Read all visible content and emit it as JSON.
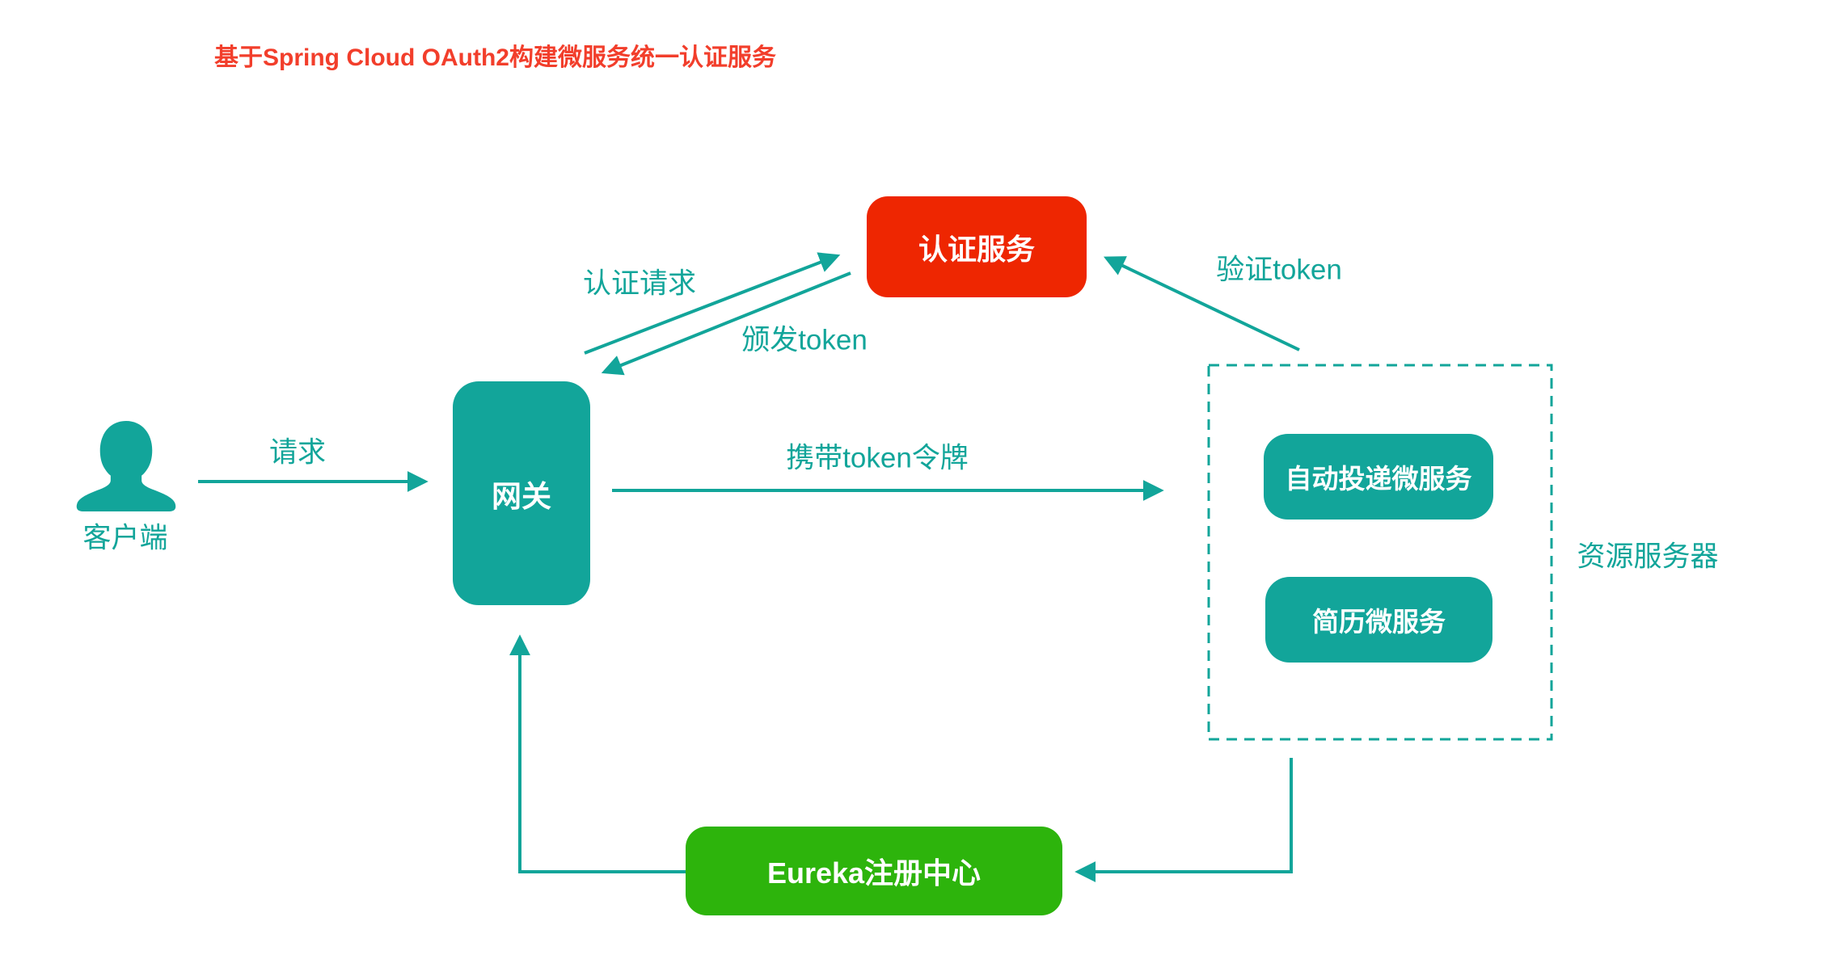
{
  "title": "基于Spring Cloud OAuth2构建微服务统一认证服务",
  "colors": {
    "teal": "#12A59A",
    "red": "#EE2601",
    "green": "#2DB40C",
    "title-red": "#F23E2B",
    "white": "#FFFFFF"
  },
  "nodes": {
    "client": {
      "label": "客户端"
    },
    "gateway": {
      "label": "网关"
    },
    "auth_service": {
      "label": "认证服务"
    },
    "resource_server": {
      "label": "资源服务器",
      "services": [
        {
          "label": "自动投递微服务"
        },
        {
          "label": "简历微服务"
        }
      ]
    },
    "eureka": {
      "label": "Eureka注册中心"
    }
  },
  "edges": {
    "request": {
      "label": "请求",
      "from": "client",
      "to": "gateway"
    },
    "auth_request": {
      "label": "认证请求",
      "from": "gateway",
      "to": "auth_service"
    },
    "issue_token": {
      "label": "颁发token",
      "from": "auth_service",
      "to": "gateway"
    },
    "carry_token": {
      "label": "携带token令牌",
      "from": "gateway",
      "to": "resource_server"
    },
    "verify_token": {
      "label": "验证token",
      "from": "resource_server",
      "to": "auth_service"
    },
    "register_resource": {
      "label": "",
      "from": "resource_server",
      "to": "eureka"
    },
    "register_gateway": {
      "label": "",
      "from": "eureka",
      "to": "gateway"
    }
  }
}
